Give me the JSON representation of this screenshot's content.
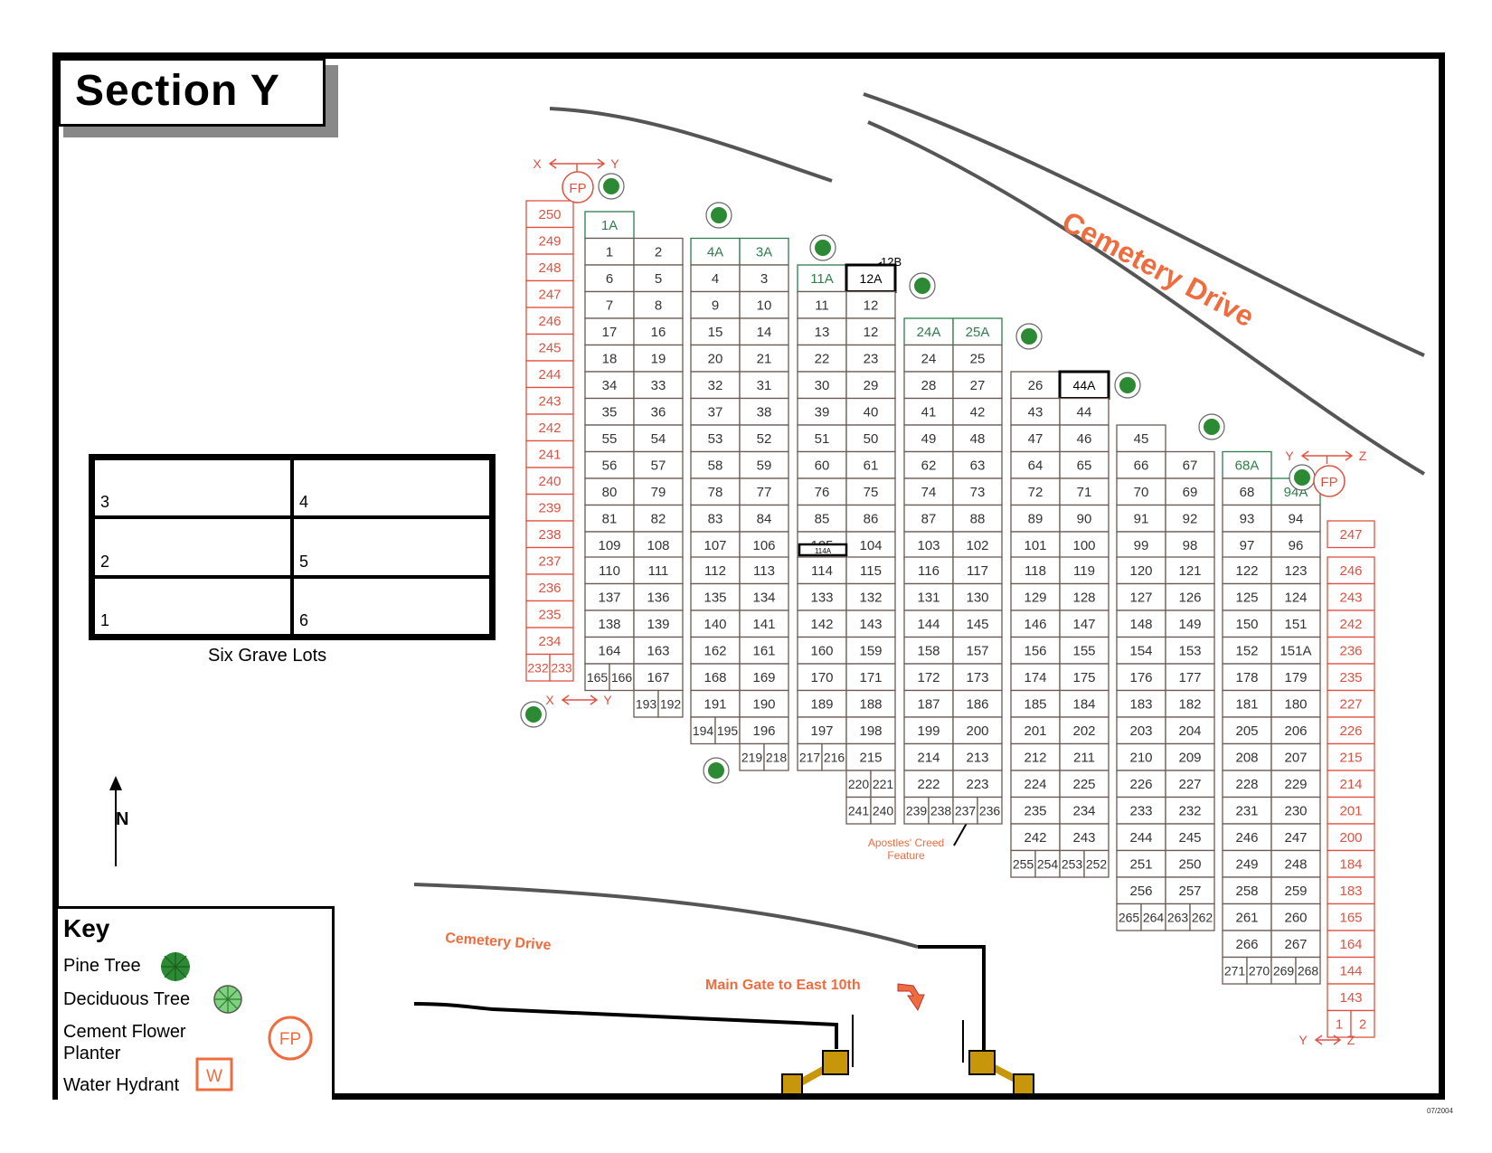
{
  "title": "Section Y",
  "date": "07/2004",
  "colors": {
    "grave_border": "#6b5a55",
    "red": "#e05040",
    "green_text": "#2e7d4a",
    "orange_text": "#ef6c3e",
    "gate": "#c8960a",
    "creed": "#f5c518",
    "road": "#555555"
  },
  "six_grave_lots": {
    "caption": "Six Grave Lots",
    "cells": [
      "3",
      "4",
      "2",
      "5",
      "1",
      "6"
    ]
  },
  "north_label": "N",
  "key": {
    "heading": "Key",
    "items": [
      {
        "label": "Pine Tree",
        "icon": "pine-tree-icon"
      },
      {
        "label": "Deciduous Tree",
        "icon": "deciduous-tree-icon"
      },
      {
        "label": "Cement Flower Planter",
        "icon": "flower-planter-icon",
        "icon_text": "FP"
      },
      {
        "label": "Water Hydrant",
        "icon": "water-hydrant-icon",
        "icon_text": "W"
      }
    ]
  },
  "labels": {
    "cemetery_drive_top": "Cemetery Drive",
    "cemetery_drive_bottom": "Cemetery Drive",
    "main_gate": "Main Gate to East 10th",
    "apostles_creed_1": "Apostles' Creed",
    "apostles_creed_2": "Feature",
    "marker_12b": "12B",
    "marker_114a": "114A",
    "fp": "FP",
    "xy_x": "X",
    "xy_y": "Y",
    "yz_y": "Y",
    "yz_z": "Z"
  },
  "columns": {
    "red_left": [
      "250",
      "249",
      "248",
      "247",
      "246",
      "245",
      "244",
      "243",
      "242",
      "241",
      "240",
      "239",
      "238",
      "237",
      "236",
      "235",
      "234"
    ],
    "red_left_split": [
      "232",
      "233"
    ],
    "red_right": [
      "247",
      "246",
      "243",
      "242",
      "236",
      "235",
      "227",
      "226",
      "215",
      "214",
      "201",
      "200",
      "184",
      "183",
      "165",
      "164",
      "144",
      "143"
    ],
    "red_right_split": [
      "1",
      "2"
    ],
    "blocks": [
      {
        "top": [
          [
            "1A",
            ""
          ],
          [
            "1",
            "2"
          ],
          [
            "6",
            "5"
          ],
          [
            "7",
            "8"
          ],
          [
            "17",
            "16"
          ],
          [
            "18",
            "19"
          ],
          [
            "34",
            "33"
          ],
          [
            "35",
            "36"
          ],
          [
            "55",
            "54"
          ],
          [
            "56",
            "57"
          ],
          [
            "80",
            "79"
          ],
          [
            "81",
            "82"
          ],
          [
            "109",
            "108"
          ]
        ],
        "bottom": [
          [
            "110",
            "111"
          ],
          [
            "137",
            "136"
          ],
          [
            "138",
            "139"
          ],
          [
            "164",
            "163"
          ],
          [
            "165|166",
            "167"
          ],
          [
            "",
            "193|192"
          ]
        ]
      },
      {
        "top": [
          [
            "4A",
            "3A"
          ],
          [
            "4",
            "3"
          ],
          [
            "9",
            "10"
          ],
          [
            "15",
            "14"
          ],
          [
            "20",
            "21"
          ],
          [
            "32",
            "31"
          ],
          [
            "37",
            "38"
          ],
          [
            "53",
            "52"
          ],
          [
            "58",
            "59"
          ],
          [
            "78",
            "77"
          ],
          [
            "83",
            "84"
          ],
          [
            "107",
            "106"
          ]
        ],
        "bottom": [
          [
            "112",
            "113"
          ],
          [
            "135",
            "134"
          ],
          [
            "140",
            "141"
          ],
          [
            "162",
            "161"
          ],
          [
            "168",
            "169"
          ],
          [
            "191",
            "190"
          ],
          [
            "194|195",
            "196"
          ],
          [
            "",
            "219|218"
          ]
        ]
      },
      {
        "top": [
          [
            "11A",
            "12A"
          ],
          [
            "11",
            "12"
          ],
          [
            "13",
            "12"
          ],
          [
            "22",
            "23"
          ],
          [
            "30",
            "29"
          ],
          [
            "39",
            "40"
          ],
          [
            "51",
            "50"
          ],
          [
            "60",
            "61"
          ],
          [
            "76",
            "75"
          ],
          [
            "85",
            "86"
          ],
          [
            "105",
            "104"
          ]
        ],
        "bottom": [
          [
            "114",
            "115"
          ],
          [
            "133",
            "132"
          ],
          [
            "142",
            "143"
          ],
          [
            "160",
            "159"
          ],
          [
            "170",
            "171"
          ],
          [
            "189",
            "188"
          ],
          [
            "197",
            "198"
          ],
          [
            "217|216",
            "215"
          ],
          [
            "",
            "220|221"
          ],
          [
            "",
            "241|240"
          ]
        ]
      },
      {
        "top": [
          [
            "24A",
            "25A"
          ],
          [
            "24",
            "25"
          ],
          [
            "28",
            "27"
          ],
          [
            "41",
            "42"
          ],
          [
            "49",
            "48"
          ],
          [
            "62",
            "63"
          ],
          [
            "74",
            "73"
          ],
          [
            "87",
            "88"
          ],
          [
            "103",
            "102"
          ]
        ],
        "bottom": [
          [
            "116",
            "117"
          ],
          [
            "131",
            "130"
          ],
          [
            "144",
            "145"
          ],
          [
            "158",
            "157"
          ],
          [
            "172",
            "173"
          ],
          [
            "187",
            "186"
          ],
          [
            "199",
            "200"
          ],
          [
            "214",
            "213"
          ],
          [
            "222",
            "223"
          ],
          [
            "239|238",
            "237|236"
          ]
        ]
      },
      {
        "top": [
          [
            "26",
            "44A"
          ],
          [
            "43",
            "44"
          ],
          [
            "47",
            "46"
          ],
          [
            "64",
            "65"
          ],
          [
            "72",
            "71"
          ],
          [
            "89",
            "90"
          ],
          [
            "101",
            "100"
          ]
        ],
        "bottom": [
          [
            "118",
            "119"
          ],
          [
            "129",
            "128"
          ],
          [
            "146",
            "147"
          ],
          [
            "156",
            "155"
          ],
          [
            "174",
            "175"
          ],
          [
            "185",
            "184"
          ],
          [
            "201",
            "202"
          ],
          [
            "212",
            "211"
          ],
          [
            "224",
            "225"
          ],
          [
            "235",
            "234"
          ],
          [
            "242",
            "243"
          ],
          [
            "255|254",
            "253|252"
          ]
        ]
      },
      {
        "top": [
          [
            "45",
            ""
          ],
          [
            "66",
            "67"
          ],
          [
            "70",
            "69"
          ],
          [
            "91",
            "92"
          ],
          [
            "99",
            "98"
          ]
        ],
        "bottom": [
          [
            "120",
            "121"
          ],
          [
            "127",
            "126"
          ],
          [
            "148",
            "149"
          ],
          [
            "154",
            "153"
          ],
          [
            "176",
            "177"
          ],
          [
            "183",
            "182"
          ],
          [
            "203",
            "204"
          ],
          [
            "210",
            "209"
          ],
          [
            "226",
            "227"
          ],
          [
            "233",
            "232"
          ],
          [
            "244",
            "245"
          ],
          [
            "251",
            "250"
          ],
          [
            "256",
            "257"
          ],
          [
            "265|264",
            "263|262"
          ]
        ]
      },
      {
        "top": [
          [
            "68A",
            ""
          ],
          [
            "68",
            "94A"
          ],
          [
            "93",
            "94"
          ],
          [
            "97",
            "96"
          ]
        ],
        "bottom": [
          [
            "122",
            "123"
          ],
          [
            "125",
            "124"
          ],
          [
            "150",
            "151"
          ],
          [
            "152",
            "151A"
          ],
          [
            "178",
            "179"
          ],
          [
            "181",
            "180"
          ],
          [
            "205",
            "206"
          ],
          [
            "208",
            "207"
          ],
          [
            "228",
            "229"
          ],
          [
            "231",
            "230"
          ],
          [
            "246",
            "247"
          ],
          [
            "249",
            "248"
          ],
          [
            "258",
            "259"
          ],
          [
            "261",
            "260"
          ],
          [
            "266",
            "267"
          ],
          [
            "271|270",
            "269|268"
          ]
        ]
      }
    ]
  }
}
